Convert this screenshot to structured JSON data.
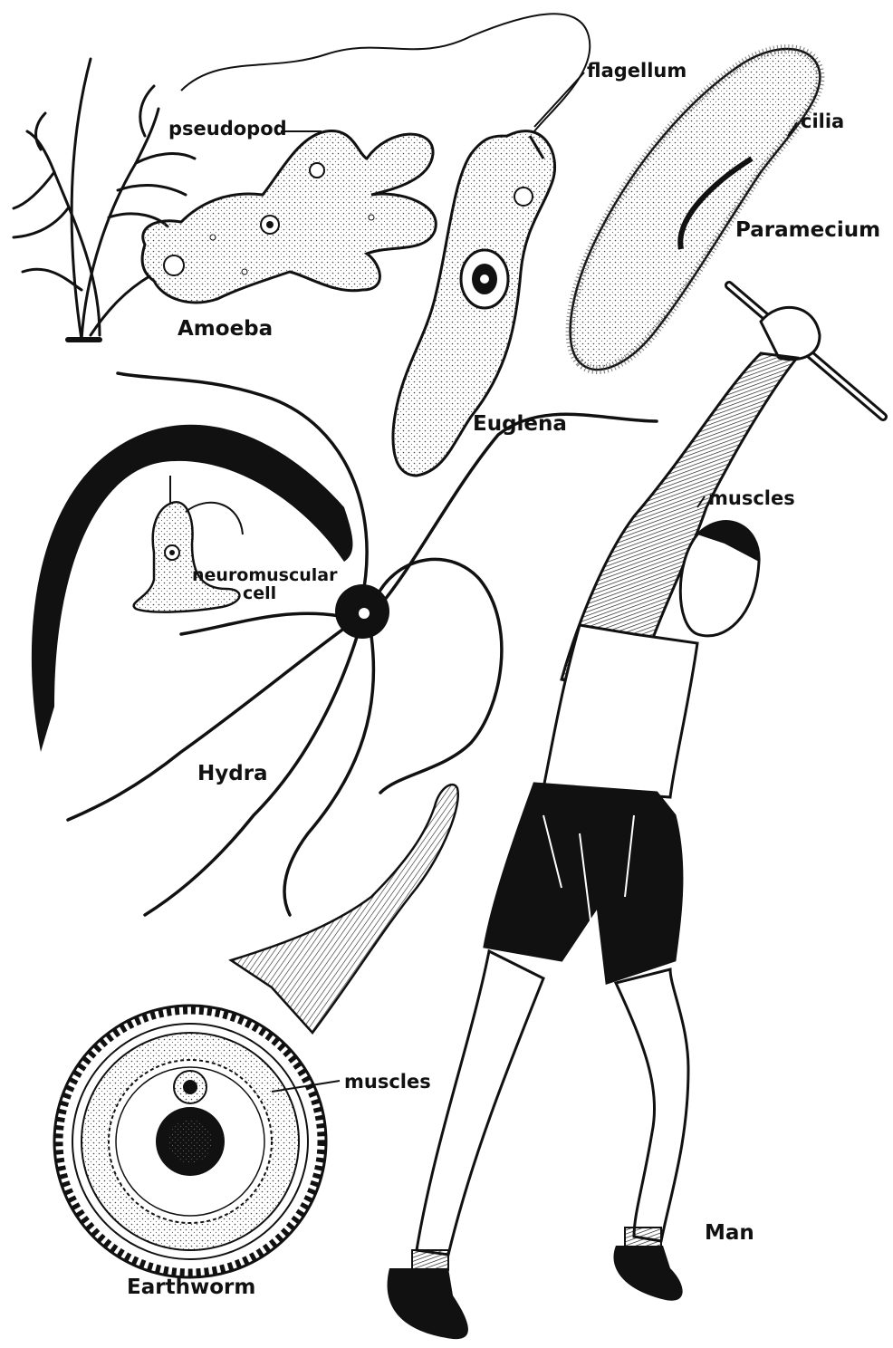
{
  "labels": {
    "pseudopod": "pseudopod",
    "amoeba": "Amoeba",
    "flagellum": "flagellum",
    "euglena": "Euglena",
    "cilia": "cilia",
    "paramecium": "Paramecium",
    "neuromuscular_cell_line1": "neuromuscular",
    "neuromuscular_cell_line2": "cell",
    "hydra": "Hydra",
    "muscles_man": "muscles",
    "muscles_earthworm": "muscles",
    "earthworm": "Earthworm",
    "man": "Man"
  },
  "colors": {
    "ink": "#111111",
    "paper": "#ffffff",
    "stipple": "#cfcfcf"
  }
}
